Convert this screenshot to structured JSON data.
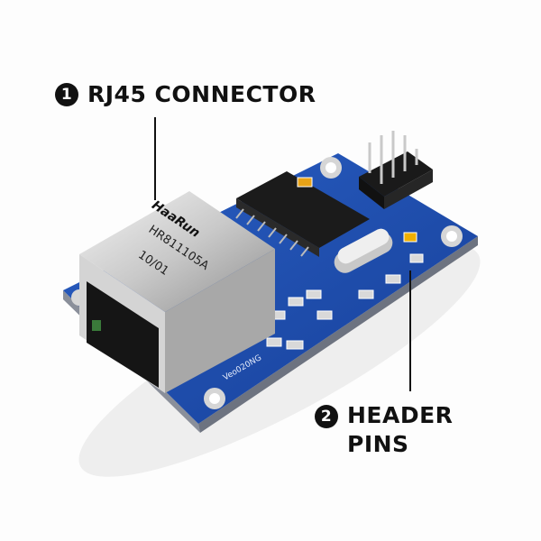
{
  "callouts": [
    {
      "number": "1",
      "label": "RJ45 CONNECTOR"
    },
    {
      "number": "2",
      "label_line1": "HEADER",
      "label_line2": "PINS"
    }
  ],
  "component_markings": {
    "connector_brand": "HaaRun",
    "connector_part": "HR811105A",
    "connector_date": "10/01",
    "pcb_silkscreen": "Veo020NG"
  },
  "colors": {
    "pcb": "#1f4fb0",
    "callout": "#111111"
  }
}
